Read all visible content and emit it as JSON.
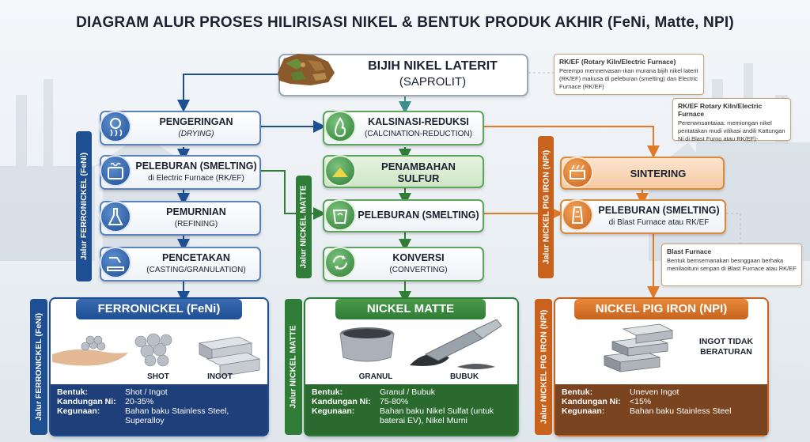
{
  "title": "DIAGRAM ALUR PROSES HILIRISASI NIKEL & BENTUK PRODUK AKHIR (FeNi, Matte, NPI)",
  "source": {
    "title_line1": "BIJIH NIKEL LATERIT",
    "title_line2": "(SAPROLIT)",
    "icon": "ore-rock-icon"
  },
  "notes": [
    {
      "title": "RK/EF (Rotary Kiln/Electric Furnace)",
      "body": "Perempo mennervasan-ıkan murana bijih nikel laterit (RK/EF) makusa di peleburan (smelting) dan Electric Furnace (RK/EF)"
    },
    {
      "title": "RK/EF Rotary Kiln/Electric Furnace",
      "body": "Perenwnsantaiaa: memiongan nikel pentatakan mudi vilikasi andili Kattungan Ni di Blast Furno atau RK/EF)-"
    },
    {
      "title": "Blast Furnace",
      "body": "Bentuk bemsemanakan besnggaan berhaka menilaoituni senpan di Blast Furnace atau RK/EF"
    }
  ],
  "routes": {
    "feni": {
      "label": "Jalur FERRONICKEL (FeNi)",
      "steps": [
        {
          "title": "PENGERINGAN",
          "sub": "(DRYING)",
          "icon": "drying-icon"
        },
        {
          "title": "PELEBURAN (SMELTING)",
          "sub": "di Electric Furnace (RK/EF)",
          "icon": "furnace-pot-icon"
        },
        {
          "title": "PEMURNIAN",
          "sub": "(REFINING)",
          "icon": "flask-icon"
        },
        {
          "title": "PENCETAKAN",
          "sub": "(CASTING/GRANULATION)",
          "icon": "casting-icon"
        }
      ]
    },
    "matte": {
      "label": "Jalur NICKEL MATTE",
      "steps": [
        {
          "title": "KALSINASI-REDUKSI",
          "sub": "(CALCINATION-REDUCTION)",
          "icon": "flame-icon"
        },
        {
          "title": "PENAMBAHAN",
          "sub": "SULFUR",
          "icon": "sulfur-pile-icon"
        },
        {
          "title": "PELEBURAN (SMELTING)",
          "sub": "",
          "icon": "crucible-icon"
        },
        {
          "title": "KONVERSI",
          "sub": "(CONVERTING)",
          "icon": "cycle-arrows-icon"
        }
      ]
    },
    "npi": {
      "label": "Jalur NICKEL PIG IRON (NPI)",
      "steps": [
        {
          "title": "SINTERING",
          "sub": "",
          "icon": "sinter-icon"
        },
        {
          "title": "PELEBURAN (SMELTING)",
          "sub": "di Blast Furnace atau RK/EF",
          "icon": "blast-furnace-icon"
        }
      ]
    }
  },
  "products": {
    "feni": {
      "title": "FERRONICKEL (FeNi)",
      "side_label": "Jalur FERRONICKEL (FeNi)",
      "captions": [
        "SHOT",
        "INGOT"
      ],
      "rows": [
        {
          "k": "Bentuk:",
          "v": "Shot / Ingot"
        },
        {
          "k": "Kandungan Ni:",
          "v": "20-35%"
        },
        {
          "k": "Kegunaan:",
          "v": "Bahan baku Stainless Steel, Superalloy"
        }
      ]
    },
    "matte": {
      "title": "NICKEL MATTE",
      "side_label": "Jalur NICKEL MATTE",
      "captions": [
        "GRANUL",
        "BUBUK"
      ],
      "rows": [
        {
          "k": "Bentuk:",
          "v": "Granul / Bubuk"
        },
        {
          "k": "Kandungan Ni:",
          "v": "75-80%"
        },
        {
          "k": "Kegunaan:",
          "v": "Bahan baku Nikel Sulfat (untuk baterai EV), Nikel Murni"
        }
      ]
    },
    "npi": {
      "title": "NICKEL PIG IRON (NPI)",
      "side_label": "Jalur NICKEL PIG IRON (NPI)",
      "captions": [
        "INGOT TIDAK",
        "BERATURAN"
      ],
      "rows": [
        {
          "k": "Bentuk:",
          "v": "Uneven Ingot"
        },
        {
          "k": "Kandungan Ni:",
          "v": "<15%"
        },
        {
          "k": "Kegunaan:",
          "v": "Bahan baku Stainless Steel"
        }
      ]
    }
  },
  "colors": {
    "feni": "#1f4f93",
    "matte": "#2f7d36",
    "npi": "#c8621c"
  }
}
